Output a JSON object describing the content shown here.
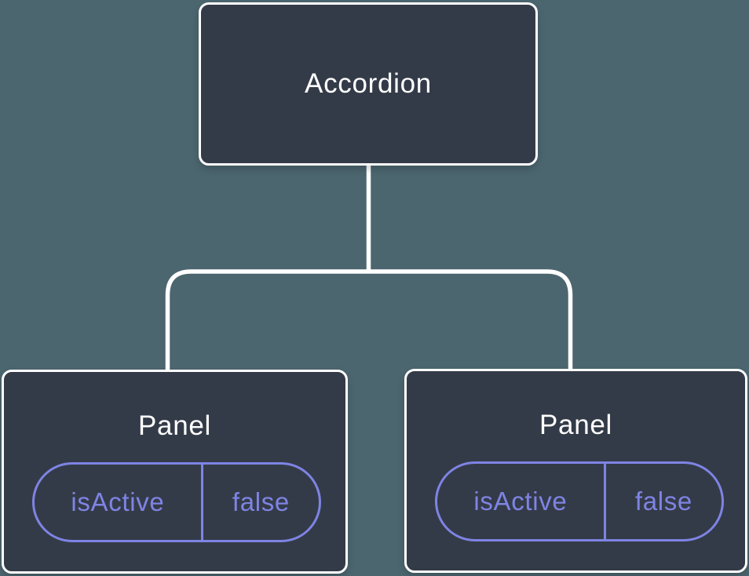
{
  "tree": {
    "root": {
      "label": "Accordion"
    },
    "children": [
      {
        "label": "Panel",
        "state": {
          "key": "isActive",
          "value": "false"
        }
      },
      {
        "label": "Panel",
        "state": {
          "key": "isActive",
          "value": "false"
        }
      }
    ]
  },
  "colors": {
    "background": "#4C6670",
    "node_fill": "#343B48",
    "node_border": "#FFFFFF",
    "node_label": "#FFFFFF",
    "connector": "#FFFFFF",
    "accent_purple": "#7E84E4"
  }
}
